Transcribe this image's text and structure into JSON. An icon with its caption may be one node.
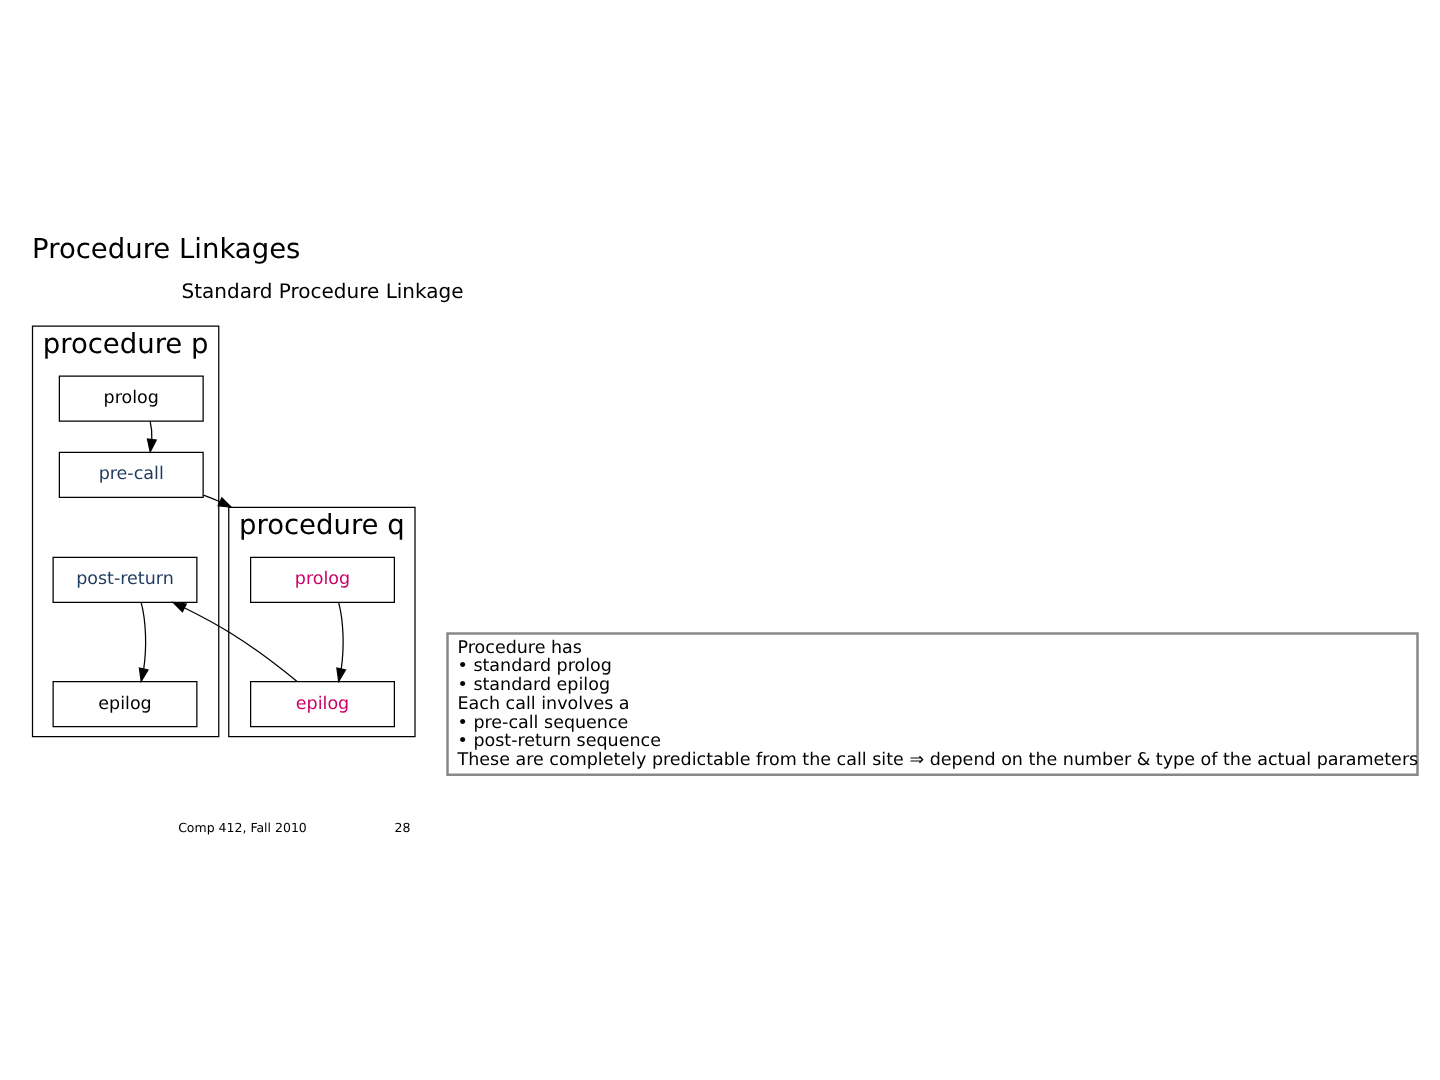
{
  "diagram": {
    "title": "Procedure Linkages",
    "nodes": [
      {
        "text": [
          "procedure p"
        ]
      },
      {
        "text": [
          "prolog"
        ],
        "in": 0
      },
      {
        "text": [
          "pre-call"
        ],
        "in": 0
      },
      {
        "text": [
          "post-return"
        ],
        "in": 0
      },
      {
        "text": [
          "epilog"
        ],
        "in": 0
      },
      {
        "text": [
          "procedure q"
        ]
      },
      {
        "text": [
          "prolog"
        ],
        "in": 5
      },
      {
        "text": [
          "epilog"
        ],
        "in": 5
      },
      {
        "text": [
          "Procedure has",
          "• standard prolog",
          "• standard epilog",
          "Each call involves a",
          "• pre-call sequence",
          "• post-return sequence",
          "These are completely predictable from the call site ⇒ depend on the number & type of the actual parameters"
        ]
      }
    ],
    "edges": [
      {
        "from": 1,
        "to": 2,
        "arrow": "to"
      },
      {
        "from": 2,
        "to": 5,
        "arrow": "to"
      },
      {
        "from": 6,
        "to": 7,
        "arrow": "to"
      },
      {
        "from": 7,
        "to": 3,
        "arrow": "to"
      },
      {
        "from": 3,
        "to": 4,
        "arrow": "to"
      }
    ],
    "labels": [
      "Standard Procedure Linkage",
      "Comp 412, Fall 2010",
      "28"
    ]
  }
}
